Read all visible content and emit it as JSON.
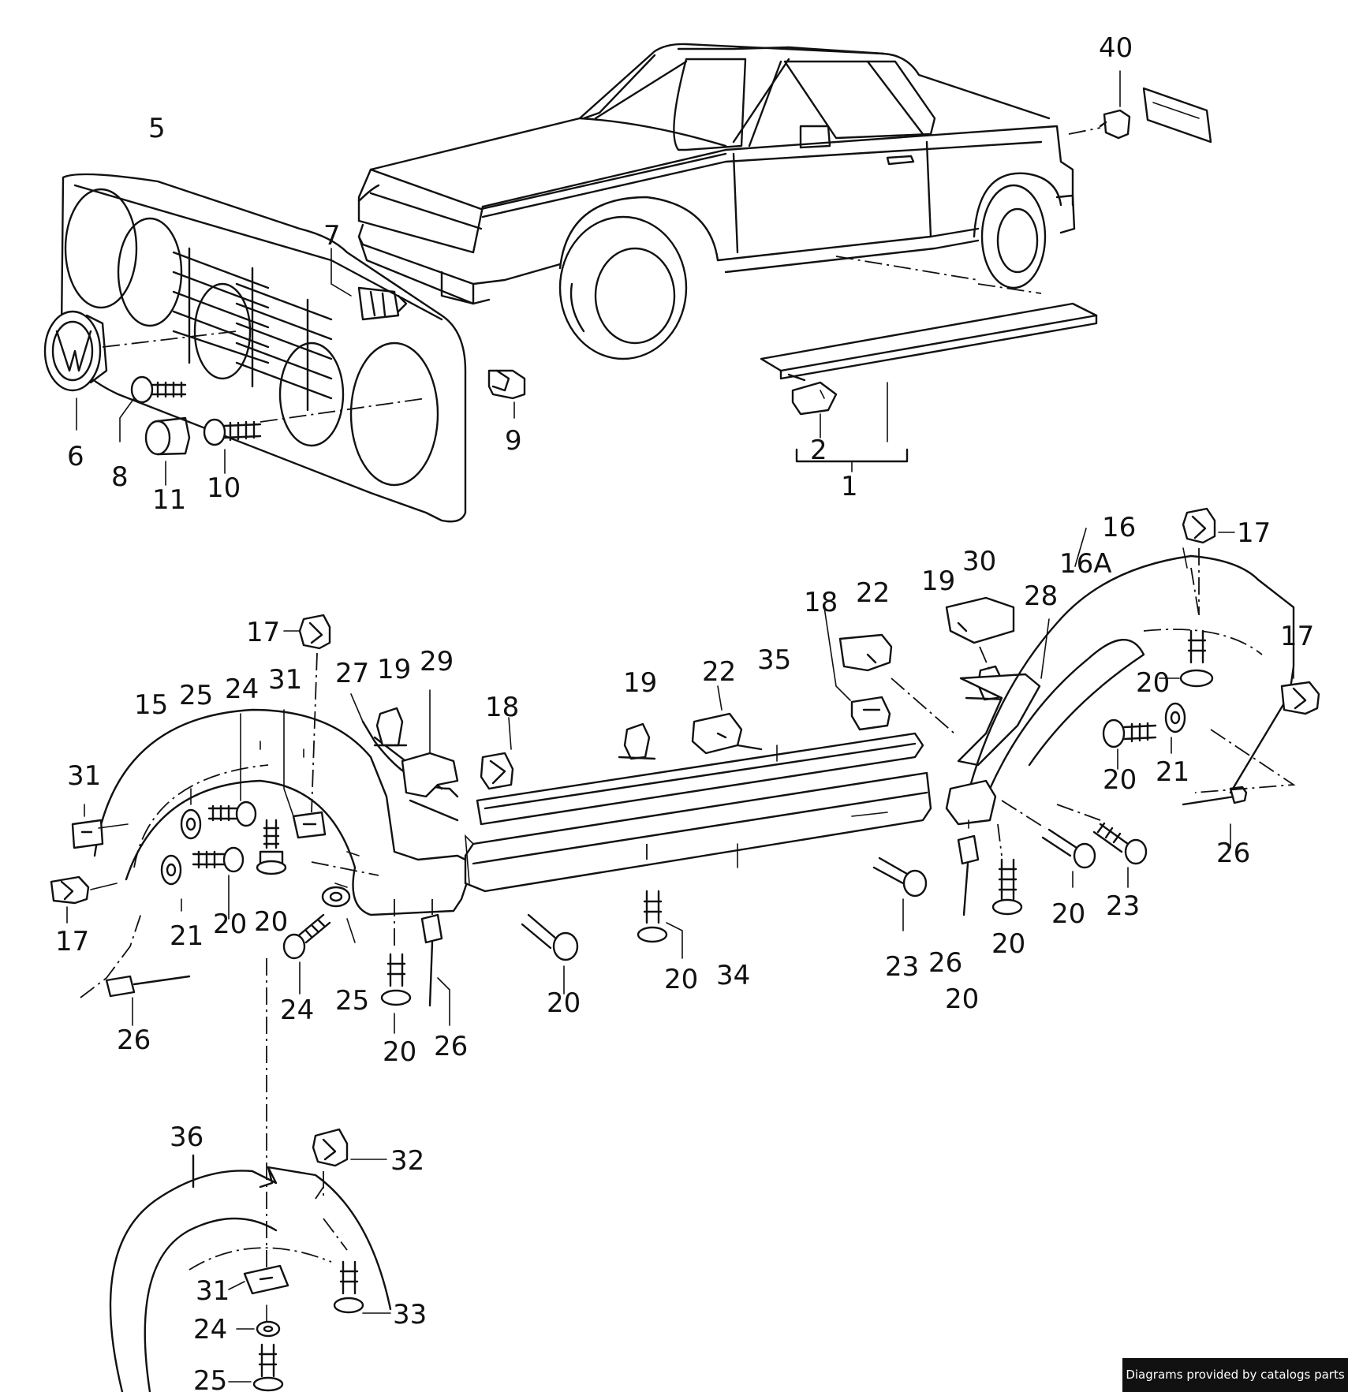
{
  "diagram": {
    "part_numbers": [
      "40",
      "5",
      "7",
      "6",
      "8",
      "11",
      "10",
      "9",
      "2",
      "1",
      "16",
      "17",
      "16A",
      "30",
      "19",
      "28",
      "22",
      "18",
      "35",
      "29",
      "27",
      "31",
      "24",
      "25",
      "15",
      "17",
      "20",
      "21",
      "26",
      "23",
      "34",
      "36",
      "32",
      "33"
    ],
    "labels": [
      {
        "text": "40"
      },
      {
        "text": "5"
      },
      {
        "text": "7"
      },
      {
        "text": "6"
      },
      {
        "text": "8"
      },
      {
        "text": "11"
      },
      {
        "text": "10"
      },
      {
        "text": "9"
      },
      {
        "text": "2"
      },
      {
        "text": "1"
      },
      {
        "text": "16"
      },
      {
        "text": "17"
      },
      {
        "text": "16A"
      },
      {
        "text": "30"
      },
      {
        "text": "19"
      },
      {
        "text": "28"
      },
      {
        "text": "22"
      },
      {
        "text": "18"
      },
      {
        "text": "17"
      },
      {
        "text": "20"
      },
      {
        "text": "35"
      },
      {
        "text": "19"
      },
      {
        "text": "22"
      },
      {
        "text": "17"
      },
      {
        "text": "27"
      },
      {
        "text": "19"
      },
      {
        "text": "29"
      },
      {
        "text": "18"
      },
      {
        "text": "31"
      },
      {
        "text": "24"
      },
      {
        "text": "25"
      },
      {
        "text": "15"
      },
      {
        "text": "31"
      },
      {
        "text": "20"
      },
      {
        "text": "21"
      },
      {
        "text": "20"
      },
      {
        "text": "26"
      },
      {
        "text": "17"
      },
      {
        "text": "21"
      },
      {
        "text": "20"
      },
      {
        "text": "20"
      },
      {
        "text": "23"
      },
      {
        "text": "20"
      },
      {
        "text": "23"
      },
      {
        "text": "26"
      },
      {
        "text": "20"
      },
      {
        "text": "24"
      },
      {
        "text": "25"
      },
      {
        "text": "20"
      },
      {
        "text": "20"
      },
      {
        "text": "34"
      },
      {
        "text": "26"
      },
      {
        "text": "26"
      },
      {
        "text": "20"
      },
      {
        "text": "36"
      },
      {
        "text": "32"
      },
      {
        "text": "31"
      },
      {
        "text": "33"
      },
      {
        "text": "24"
      },
      {
        "text": "25"
      }
    ]
  },
  "footer": {
    "credit": "Diagrams provided by catalogs parts"
  }
}
